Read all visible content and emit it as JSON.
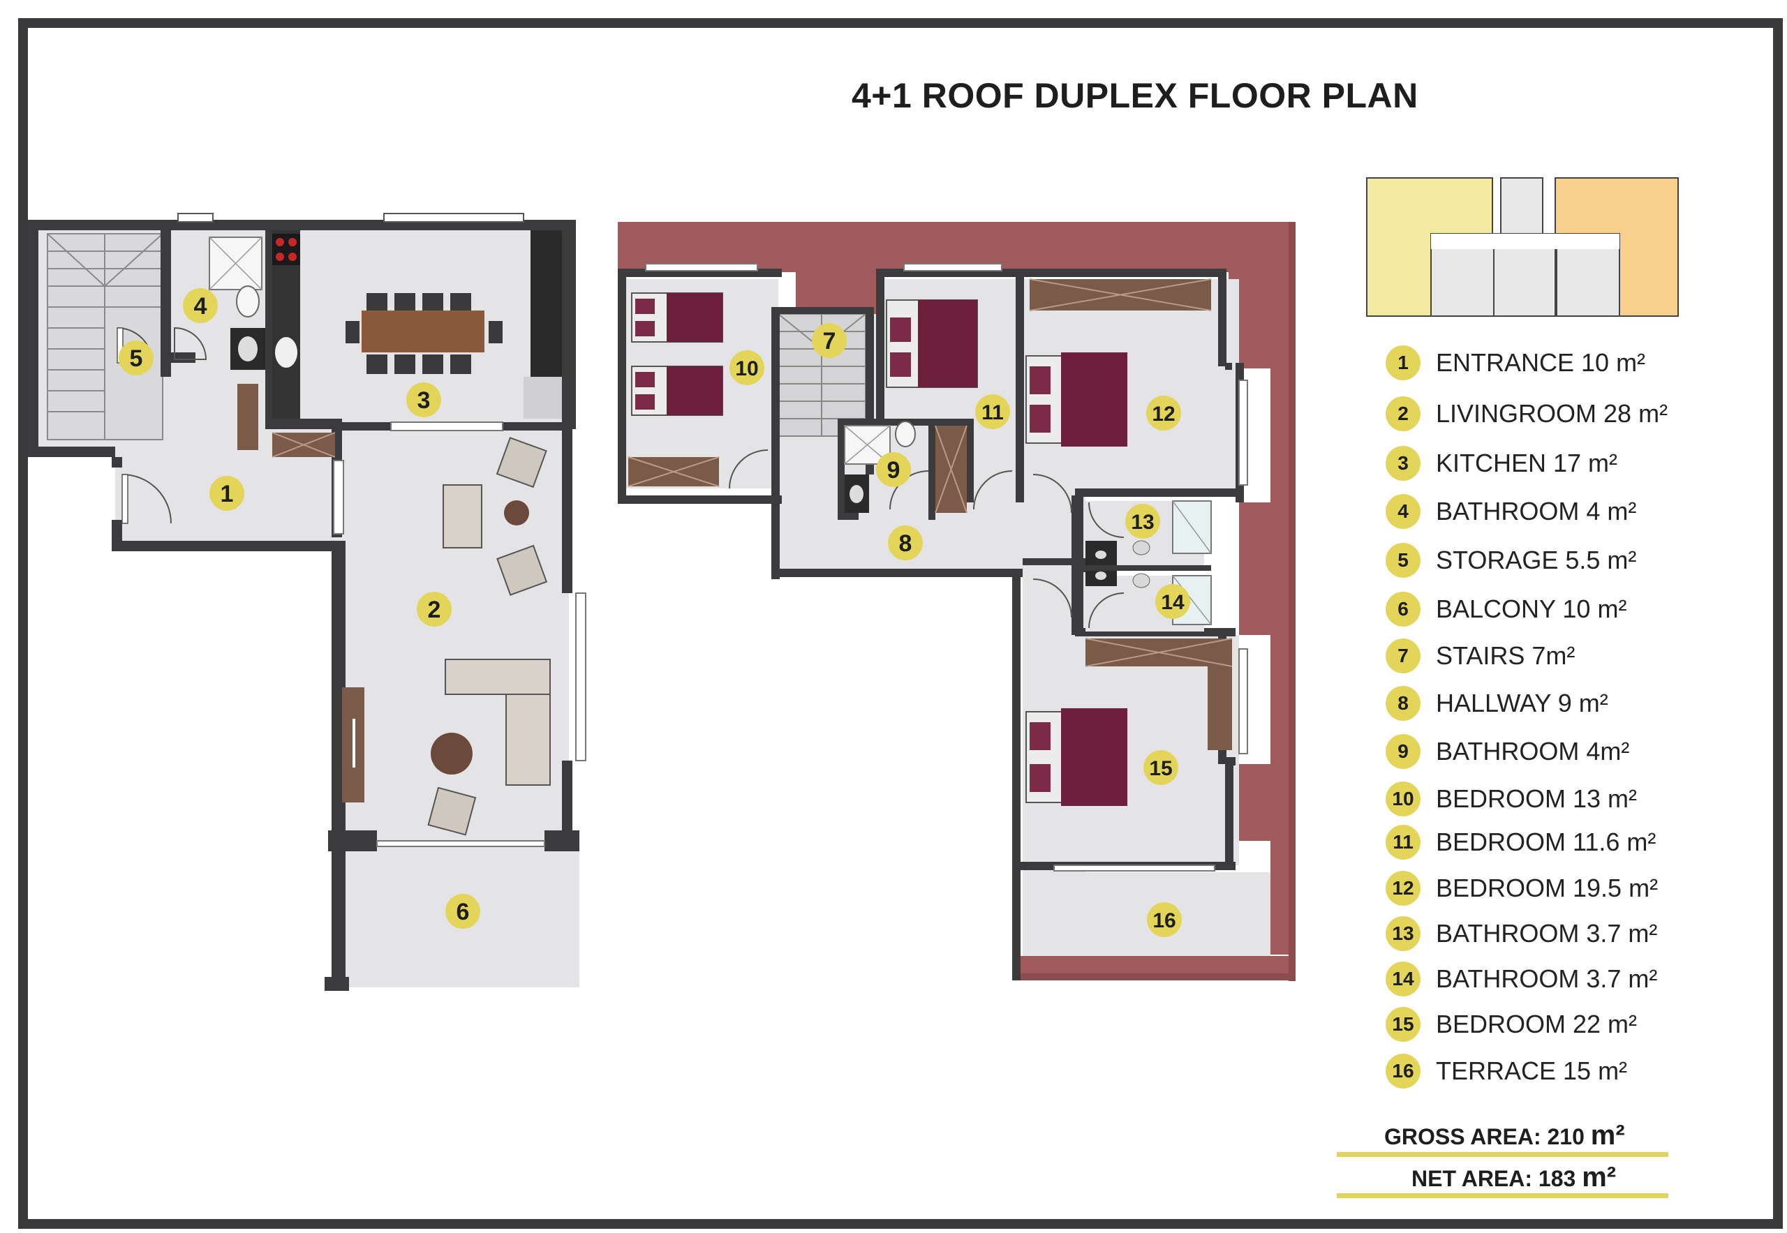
{
  "title": "4+1 ROOF DUPLEX FLOOR PLAN",
  "rooms": [
    {
      "num": "1",
      "name": "ENTRANCE 10 m²"
    },
    {
      "num": "2",
      "name": "LIVINGROOM 28 m²"
    },
    {
      "num": "3",
      "name": "KITCHEN 17 m²"
    },
    {
      "num": "4",
      "name": "BATHROOM 4 m²"
    },
    {
      "num": "5",
      "name": "STORAGE 5.5 m²"
    },
    {
      "num": "6",
      "name": "BALCONY 10 m²"
    },
    {
      "num": "7",
      "name": "STAIRS 7m²"
    },
    {
      "num": "8",
      "name": "HALLWAY 9 m²"
    },
    {
      "num": "9",
      "name": "BATHROOM 4m²"
    },
    {
      "num": "10",
      "name": "BEDROOM 13 m²"
    },
    {
      "num": "11",
      "name": "BEDROOM 11.6 m²"
    },
    {
      "num": "12",
      "name": "BEDROOM 19.5 m²"
    },
    {
      "num": "13",
      "name": "BATHROOM 3.7 m²"
    },
    {
      "num": "14",
      "name": "BATHROOM 3.7 m²"
    },
    {
      "num": "15",
      "name": "BEDROOM 22 m²"
    },
    {
      "num": "16",
      "name": "TERRACE 15 m²"
    }
  ],
  "gross_area": {
    "label": "GROSS AREA:",
    "value": "210",
    "unit": "m²"
  },
  "net_area": {
    "label": "NET AREA:",
    "value": "183",
    "unit": "m²"
  },
  "colors": {
    "wall": "#3b3b3d",
    "floor": "#e4e4e6",
    "roof": "#a15a5c",
    "badge": "#e3d55a",
    "wood": "#7a5a48",
    "bed": "#6e1f3c",
    "key_plan_yellow": "#f3eaa2",
    "key_plan_orange": "#f7d08d",
    "key_plan_grey": "#e8e8e8"
  }
}
